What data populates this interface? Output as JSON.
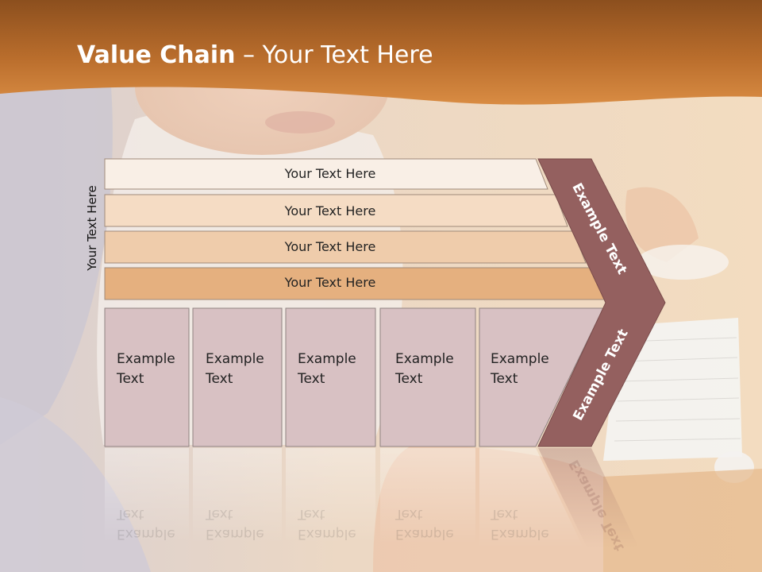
{
  "slide": {
    "title_bold": "Value Chain",
    "title_rest": " – Your Text Here",
    "side_label": "Your Text Here"
  },
  "bars": [
    {
      "label": "Your Text Here"
    },
    {
      "label": "Your Text Here"
    },
    {
      "label": "Your Text Here"
    },
    {
      "label": "Your Text Here"
    }
  ],
  "boxes": [
    {
      "line1": "Example",
      "line2": "Text"
    },
    {
      "line1": "Example",
      "line2": "Text"
    },
    {
      "line1": "Example",
      "line2": "Text"
    },
    {
      "line1": "Example",
      "line2": "Text"
    },
    {
      "line1": "Example",
      "line2": "Text"
    }
  ],
  "chevron": {
    "upper_label": "Example Text",
    "lower_label": "Example Text"
  },
  "colors": {
    "header": "#b86a2a",
    "bar_1": "#f9efe6",
    "bar_2": "#f5dcc4",
    "bar_3": "#efccab",
    "bar_4": "#e5b07f",
    "box_fill": "#d8c1c3",
    "chevron": "#94605f"
  }
}
